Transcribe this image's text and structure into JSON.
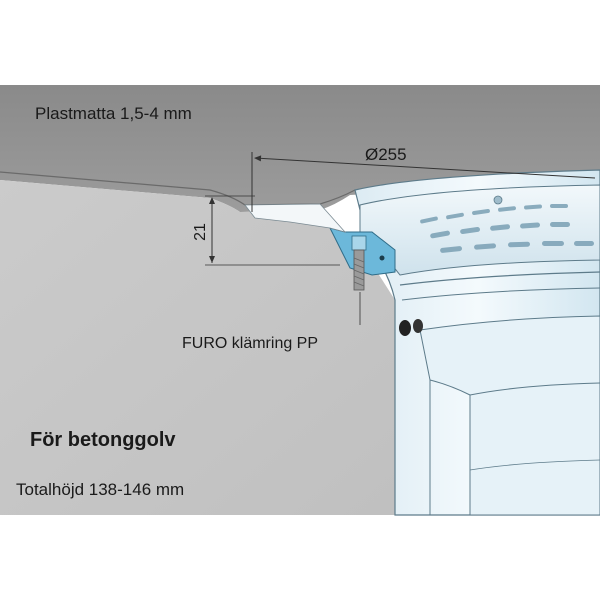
{
  "labels": {
    "top_layer": "Plastmatta 1,5-4 mm",
    "diameter": "Ø255",
    "height": "21",
    "clamp_ring": "FURO klämring PP",
    "floor_type": "För betonggolv",
    "total_height": "Totalhöjd 138-146 mm"
  },
  "colors": {
    "background": "#ffffff",
    "concrete": "#c6c6c6",
    "mat": "#8e8e8e",
    "drain_light": "#e9f4fa",
    "drain_mid": "#c9e0ec",
    "drain_stroke": "#5d7b8a",
    "clamp_blue": "#6cb8da",
    "text": "#1a1a1a",
    "dimension": "#333333"
  }
}
